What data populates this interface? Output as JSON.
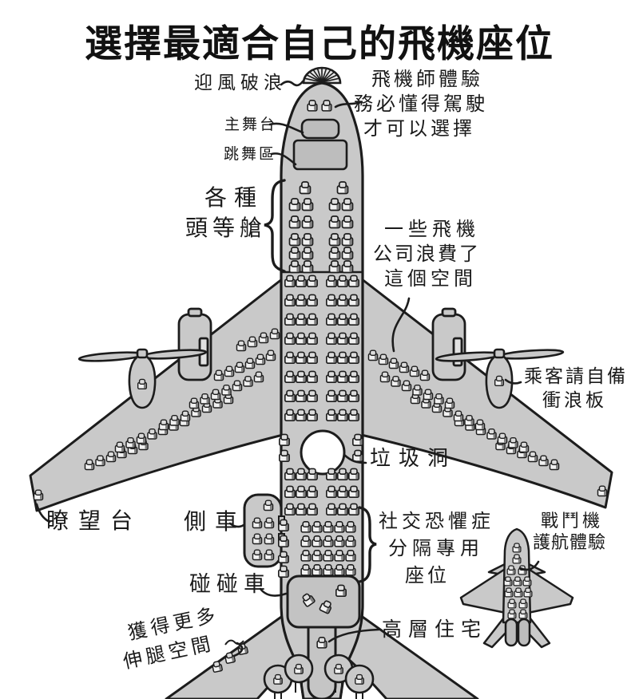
{
  "title": "選擇最適合自己的飛機座位",
  "labels": {
    "crest": "迎風破浪",
    "pilot_l1": "飛機師體驗",
    "pilot_l2": "務必懂得駕駛",
    "pilot_l3": "才可以選擇",
    "main_stage": "主舞台",
    "dance_area": "跳舞區",
    "first_class_l1": "各種",
    "first_class_l2": "頭等艙",
    "wasted_l1": "一些飛機",
    "wasted_l2": "公司浪費了",
    "wasted_l3": "這個空間",
    "surfboard_l1": "乘客請自備",
    "surfboard_l2": "衝浪板",
    "garbage_hole": "垃圾洞",
    "lookout": "瞭望台",
    "sidecar": "側車",
    "social_l1": "社交恐懼症",
    "social_l2": "分隔專用",
    "social_l3": "座位",
    "fighter_l1": "戰鬥機",
    "fighter_l2": "護航體驗",
    "bumper_cars": "碰碰車",
    "legroom_l1": "獲得更多",
    "legroom_l2": "伸腿空間",
    "highrise": "高層住宅"
  },
  "colors": {
    "background": "#ffffff",
    "plane_fill": "#c9c9c9",
    "panel_fill": "#bdbdbd",
    "outline": "#1c1c1c",
    "seat_fill": "#f1f1f1",
    "seat_back": "#dcdcdc",
    "seat_shade": "#808080",
    "text": "#1a1a1a"
  }
}
